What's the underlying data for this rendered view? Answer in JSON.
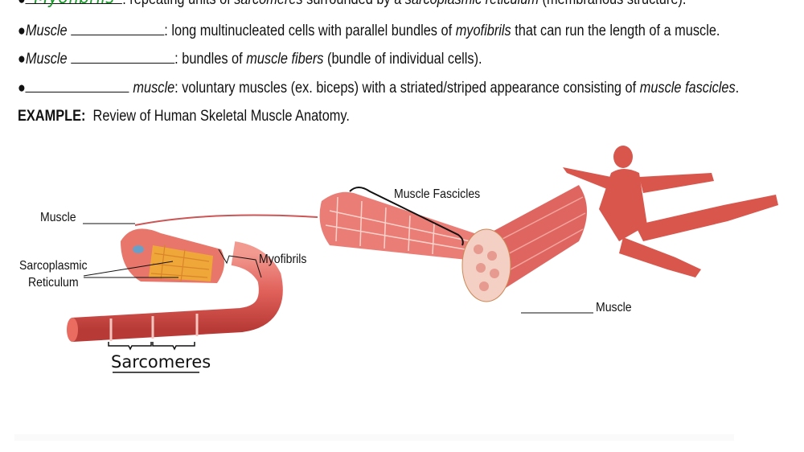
{
  "bullets": [
    {
      "handwritten": "Myofibrils",
      "text": ": repeating units of ",
      "em1": "sarcomeres",
      "text2": " surrounded by a ",
      "em2": "sarcoplasmic reticulum",
      "text3": " (membranous structure)."
    },
    {
      "prefix": "Muscle",
      "text": ": long multinucleated cells with parallel bundles of ",
      "em1": "myofibrils",
      "text2": " that can run the length of a muscle."
    },
    {
      "prefix": "Muscle",
      "text": ": bundles of ",
      "em1": "muscle fibers",
      "text2": " (bundle of individual cells)."
    },
    {
      "em0": "muscle",
      "text": ": voluntary muscles (ex. biceps) with a striated/striped appearance consisting of ",
      "em1": "muscle fascicles",
      "text2": "."
    }
  ],
  "example": {
    "label": "EXAMPLE:",
    "text": "Review of Human Skeletal Muscle Anatomy."
  },
  "bullet_char": "●",
  "diagram": {
    "labels": {
      "muscle_fiber": "Muscle",
      "sarcoplasmic_1": "Sarcoplasmic",
      "sarcoplasmic_2": "Reticulum",
      "myofibrils": "Myofibrils",
      "fascicles": "Muscle Fascicles",
      "skeletal": "Muscle"
    },
    "handwritten": "Sarcomeres"
  },
  "colors": {
    "handwriting_green": "#1a9a2a",
    "muscle_red": "#e0605a",
    "reticulum_yellow": "#f0b030"
  }
}
